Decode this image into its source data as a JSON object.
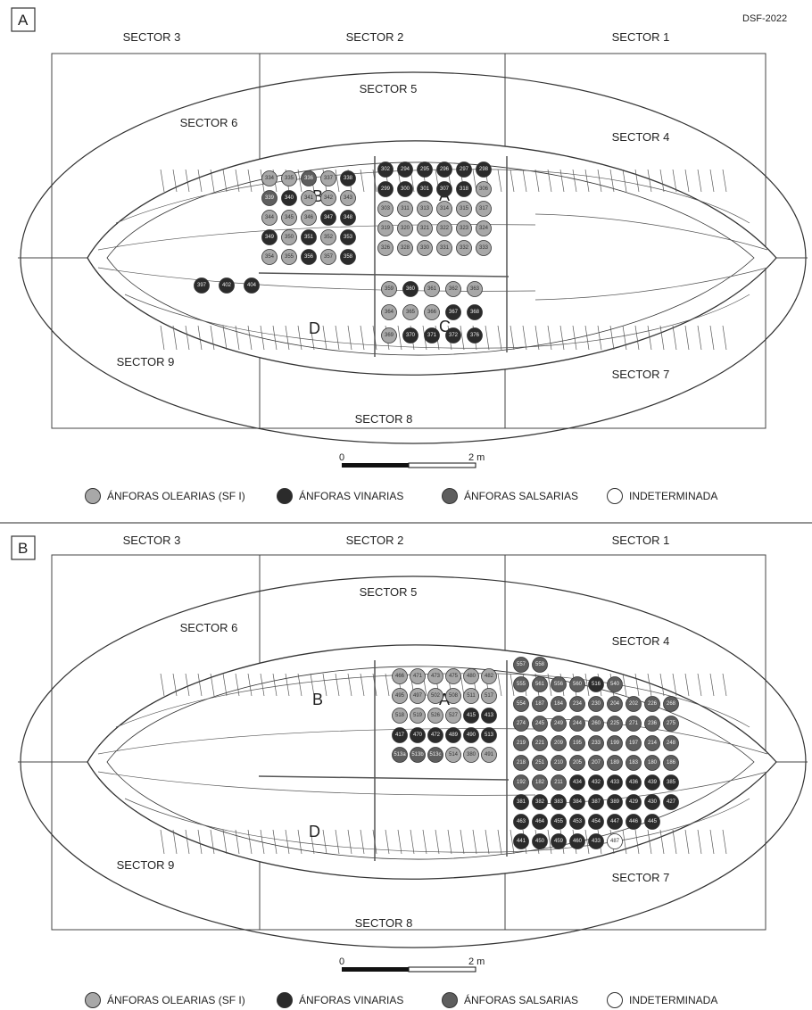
{
  "code": "DSF-2022",
  "colors": {
    "olearia": "#a8a8a8",
    "vinaria": "#2b2b2b",
    "salsaria": "#5e5e5e",
    "indeterminada": "#ffffff"
  },
  "legend": [
    {
      "label": "ÁNFORAS OLEARIAS (SF I)",
      "type": "olearia"
    },
    {
      "label": "ÁNFORAS VINARIAS",
      "type": "vinaria"
    },
    {
      "label": "ÁNFORAS SALSARIAS",
      "type": "salsaria"
    },
    {
      "label": "INDETERMINADA",
      "type": "indeterminada"
    }
  ],
  "scale": {
    "zero": "0",
    "end": "2 m"
  },
  "panels": [
    {
      "label": "A",
      "sectors": [
        "SECTOR 1",
        "SECTOR 2",
        "SECTOR 3",
        "SECTOR 4",
        "SECTOR 5",
        "SECTOR 6",
        "SECTOR 7",
        "SECTOR 8",
        "SECTOR 9"
      ],
      "zones": [
        "A",
        "B",
        "C",
        "D"
      ],
      "amphorae": [
        {
          "n": "302",
          "t": "vinaria"
        },
        {
          "n": "294",
          "t": "vinaria"
        },
        {
          "n": "295",
          "t": "vinaria"
        },
        {
          "n": "296",
          "t": "vinaria"
        },
        {
          "n": "297",
          "t": "vinaria"
        },
        {
          "n": "298",
          "t": "vinaria"
        },
        {
          "n": "299",
          "t": "vinaria"
        },
        {
          "n": "300",
          "t": "vinaria"
        },
        {
          "n": "301",
          "t": "vinaria"
        },
        {
          "n": "307",
          "t": "vinaria"
        },
        {
          "n": "318",
          "t": "vinaria"
        },
        {
          "n": "306",
          "t": "olearia"
        },
        {
          "n": "303",
          "t": "olearia"
        },
        {
          "n": "311",
          "t": "olearia"
        },
        {
          "n": "313",
          "t": "olearia"
        },
        {
          "n": "314",
          "t": "olearia"
        },
        {
          "n": "315",
          "t": "olearia"
        },
        {
          "n": "317",
          "t": "olearia"
        },
        {
          "n": "319",
          "t": "olearia"
        },
        {
          "n": "320",
          "t": "olearia"
        },
        {
          "n": "321",
          "t": "olearia"
        },
        {
          "n": "322",
          "t": "olearia"
        },
        {
          "n": "323",
          "t": "olearia"
        },
        {
          "n": "324",
          "t": "olearia"
        },
        {
          "n": "326",
          "t": "olearia"
        },
        {
          "n": "328",
          "t": "olearia"
        },
        {
          "n": "330",
          "t": "olearia"
        },
        {
          "n": "331",
          "t": "olearia"
        },
        {
          "n": "332",
          "t": "olearia"
        },
        {
          "n": "333",
          "t": "olearia"
        },
        {
          "n": "334",
          "t": "olearia"
        },
        {
          "n": "335",
          "t": "olearia"
        },
        {
          "n": "336",
          "t": "salsaria"
        },
        {
          "n": "337",
          "t": "olearia"
        },
        {
          "n": "338",
          "t": "vinaria"
        },
        {
          "n": "339",
          "t": "salsaria"
        },
        {
          "n": "340",
          "t": "vinaria"
        },
        {
          "n": "341",
          "t": "olearia"
        },
        {
          "n": "342",
          "t": "olearia"
        },
        {
          "n": "343",
          "t": "olearia"
        },
        {
          "n": "344",
          "t": "olearia"
        },
        {
          "n": "345",
          "t": "olearia"
        },
        {
          "n": "346",
          "t": "olearia"
        },
        {
          "n": "347",
          "t": "vinaria"
        },
        {
          "n": "348",
          "t": "vinaria"
        },
        {
          "n": "349",
          "t": "vinaria"
        },
        {
          "n": "350",
          "t": "olearia"
        },
        {
          "n": "351",
          "t": "vinaria"
        },
        {
          "n": "352",
          "t": "olearia"
        },
        {
          "n": "353",
          "t": "vinaria"
        },
        {
          "n": "354",
          "t": "olearia"
        },
        {
          "n": "355",
          "t": "olearia"
        },
        {
          "n": "356",
          "t": "vinaria"
        },
        {
          "n": "357",
          "t": "olearia"
        },
        {
          "n": "358",
          "t": "vinaria"
        },
        {
          "n": "359",
          "t": "olearia"
        },
        {
          "n": "360",
          "t": "vinaria"
        },
        {
          "n": "361",
          "t": "olearia"
        },
        {
          "n": "362",
          "t": "olearia"
        },
        {
          "n": "363",
          "t": "olearia"
        },
        {
          "n": "364",
          "t": "olearia"
        },
        {
          "n": "365",
          "t": "olearia"
        },
        {
          "n": "366",
          "t": "olearia"
        },
        {
          "n": "367",
          "t": "vinaria"
        },
        {
          "n": "368",
          "t": "vinaria"
        },
        {
          "n": "369",
          "t": "olearia"
        },
        {
          "n": "370",
          "t": "vinaria"
        },
        {
          "n": "371",
          "t": "vinaria"
        },
        {
          "n": "372",
          "t": "vinaria"
        },
        {
          "n": "376",
          "t": "vinaria"
        },
        {
          "n": "397",
          "t": "vinaria"
        },
        {
          "n": "402",
          "t": "vinaria"
        },
        {
          "n": "404",
          "t": "vinaria"
        }
      ]
    },
    {
      "label": "B",
      "sectors": [
        "SECTOR 1",
        "SECTOR 2",
        "SECTOR 3",
        "SECTOR 4",
        "SECTOR 5",
        "SECTOR 6",
        "SECTOR 7",
        "SECTOR 8",
        "SECTOR 9"
      ],
      "zones": [
        "A",
        "B",
        "D"
      ],
      "amphorae": [
        {
          "n": "557",
          "t": "salsaria"
        },
        {
          "n": "558",
          "t": "salsaria"
        },
        {
          "n": "555",
          "t": "salsaria"
        },
        {
          "n": "561",
          "t": "salsaria"
        },
        {
          "n": "556",
          "t": "salsaria"
        },
        {
          "n": "560",
          "t": "salsaria"
        },
        {
          "n": "516",
          "t": "vinaria"
        },
        {
          "n": "540",
          "t": "salsaria"
        },
        {
          "n": "554",
          "t": "salsaria"
        },
        {
          "n": "187",
          "t": "salsaria"
        },
        {
          "n": "184",
          "t": "salsaria"
        },
        {
          "n": "234",
          "t": "salsaria"
        },
        {
          "n": "230",
          "t": "salsaria"
        },
        {
          "n": "204",
          "t": "salsaria"
        },
        {
          "n": "202",
          "t": "salsaria"
        },
        {
          "n": "226",
          "t": "salsaria"
        },
        {
          "n": "268",
          "t": "salsaria"
        },
        {
          "n": "274",
          "t": "salsaria"
        },
        {
          "n": "245",
          "t": "salsaria"
        },
        {
          "n": "249",
          "t": "salsaria"
        },
        {
          "n": "244",
          "t": "salsaria"
        },
        {
          "n": "260",
          "t": "salsaria"
        },
        {
          "n": "225",
          "t": "salsaria"
        },
        {
          "n": "271",
          "t": "salsaria"
        },
        {
          "n": "236",
          "t": "salsaria"
        },
        {
          "n": "275",
          "t": "salsaria"
        },
        {
          "n": "219",
          "t": "salsaria"
        },
        {
          "n": "221",
          "t": "salsaria"
        },
        {
          "n": "209",
          "t": "salsaria"
        },
        {
          "n": "195",
          "t": "salsaria"
        },
        {
          "n": "233",
          "t": "salsaria"
        },
        {
          "n": "199",
          "t": "salsaria"
        },
        {
          "n": "197",
          "t": "salsaria"
        },
        {
          "n": "214",
          "t": "salsaria"
        },
        {
          "n": "248",
          "t": "salsaria"
        },
        {
          "n": "218",
          "t": "salsaria"
        },
        {
          "n": "251",
          "t": "salsaria"
        },
        {
          "n": "210",
          "t": "salsaria"
        },
        {
          "n": "205",
          "t": "salsaria"
        },
        {
          "n": "207",
          "t": "salsaria"
        },
        {
          "n": "189",
          "t": "salsaria"
        },
        {
          "n": "183",
          "t": "salsaria"
        },
        {
          "n": "180",
          "t": "salsaria"
        },
        {
          "n": "186",
          "t": "salsaria"
        },
        {
          "n": "192",
          "t": "salsaria"
        },
        {
          "n": "182",
          "t": "salsaria"
        },
        {
          "n": "211",
          "t": "salsaria"
        },
        {
          "n": "434",
          "t": "vinaria"
        },
        {
          "n": "432",
          "t": "vinaria"
        },
        {
          "n": "433",
          "t": "vinaria"
        },
        {
          "n": "436",
          "t": "vinaria"
        },
        {
          "n": "439",
          "t": "vinaria"
        },
        {
          "n": "385",
          "t": "vinaria"
        },
        {
          "n": "381",
          "t": "vinaria"
        },
        {
          "n": "382",
          "t": "vinaria"
        },
        {
          "n": "383",
          "t": "vinaria"
        },
        {
          "n": "384",
          "t": "vinaria"
        },
        {
          "n": "387",
          "t": "vinaria"
        },
        {
          "n": "389",
          "t": "vinaria"
        },
        {
          "n": "429",
          "t": "vinaria"
        },
        {
          "n": "430",
          "t": "vinaria"
        },
        {
          "n": "427",
          "t": "vinaria"
        },
        {
          "n": "463",
          "t": "vinaria"
        },
        {
          "n": "464",
          "t": "vinaria"
        },
        {
          "n": "455",
          "t": "vinaria"
        },
        {
          "n": "453",
          "t": "vinaria"
        },
        {
          "n": "454",
          "t": "vinaria"
        },
        {
          "n": "447",
          "t": "vinaria"
        },
        {
          "n": "446",
          "t": "vinaria"
        },
        {
          "n": "445",
          "t": "vinaria"
        },
        {
          "n": "441",
          "t": "vinaria"
        },
        {
          "n": "450",
          "t": "vinaria"
        },
        {
          "n": "459",
          "t": "vinaria"
        },
        {
          "n": "460",
          "t": "vinaria"
        },
        {
          "n": "433",
          "t": "vinaria"
        },
        {
          "n": "487",
          "t": "indeterminada"
        },
        {
          "n": "466",
          "t": "olearia"
        },
        {
          "n": "471",
          "t": "olearia"
        },
        {
          "n": "473",
          "t": "olearia"
        },
        {
          "n": "475",
          "t": "olearia"
        },
        {
          "n": "480",
          "t": "olearia"
        },
        {
          "n": "482",
          "t": "olearia"
        },
        {
          "n": "495",
          "t": "olearia"
        },
        {
          "n": "497",
          "t": "olearia"
        },
        {
          "n": "502",
          "t": "olearia"
        },
        {
          "n": "508",
          "t": "olearia"
        },
        {
          "n": "511",
          "t": "olearia"
        },
        {
          "n": "517",
          "t": "olearia"
        },
        {
          "n": "518",
          "t": "olearia"
        },
        {
          "n": "519",
          "t": "olearia"
        },
        {
          "n": "526",
          "t": "olearia"
        },
        {
          "n": "527",
          "t": "olearia"
        },
        {
          "n": "415",
          "t": "vinaria"
        },
        {
          "n": "413",
          "t": "vinaria"
        },
        {
          "n": "417",
          "t": "vinaria"
        },
        {
          "n": "470",
          "t": "vinaria"
        },
        {
          "n": "472",
          "t": "vinaria"
        },
        {
          "n": "489",
          "t": "vinaria"
        },
        {
          "n": "490",
          "t": "vinaria"
        },
        {
          "n": "513",
          "t": "vinaria"
        },
        {
          "n": "513a",
          "t": "salsaria"
        },
        {
          "n": "513b",
          "t": "salsaria"
        },
        {
          "n": "513c",
          "t": "salsaria"
        },
        {
          "n": "514",
          "t": "olearia"
        },
        {
          "n": "380",
          "t": "olearia"
        },
        {
          "n": "491",
          "t": "olearia"
        }
      ]
    }
  ]
}
